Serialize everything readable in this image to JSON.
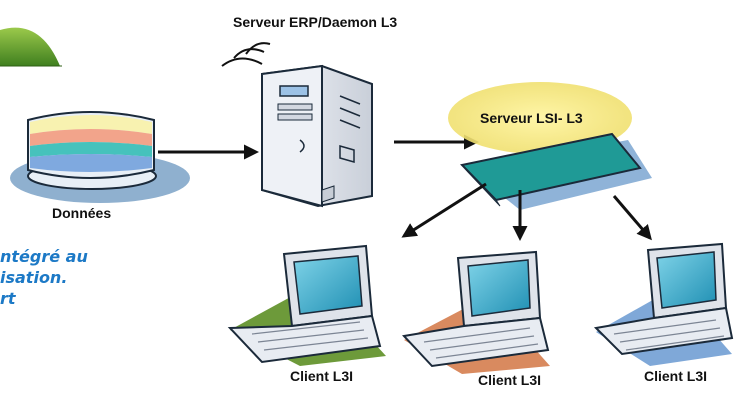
{
  "labels": {
    "erp_server": "Serveur ERP/Daemon L3",
    "lsi_server": "Serveur LSI- L3",
    "data": "Données",
    "client_1": "Client L3I",
    "client_2": "Client L3I",
    "client_3": "Client L3I"
  },
  "tagline": {
    "line_1": "ntégré au",
    "line_2": "isation.",
    "line_3": "rt"
  },
  "colors": {
    "accent_blue": "#1c79c6",
    "green_shape": "#5b9a2a",
    "lsi_panel": "#1f9a96",
    "lsi_glow": "#f3e87a",
    "server_body": "#dfe3ea"
  }
}
